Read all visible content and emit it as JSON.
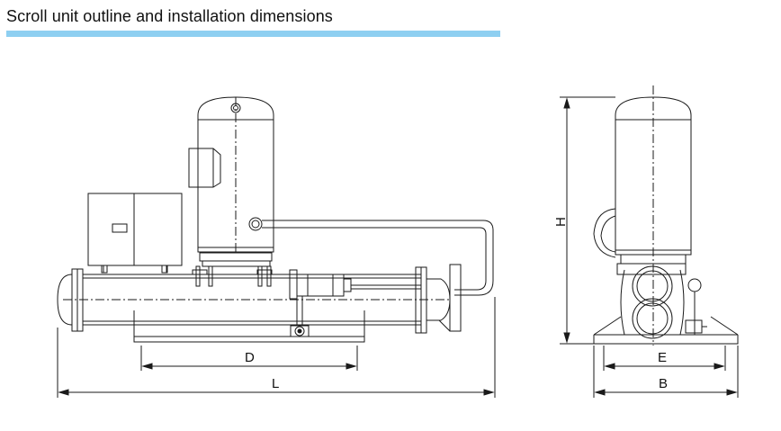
{
  "header": {
    "title": "Scroll unit outline and installation dimensions",
    "accent_color": "#8ecff1"
  },
  "drawing": {
    "line_color": "#1a1a1a",
    "dimension_labels": {
      "D": "D",
      "L": "L",
      "H": "H",
      "E": "E",
      "B": "B"
    }
  }
}
